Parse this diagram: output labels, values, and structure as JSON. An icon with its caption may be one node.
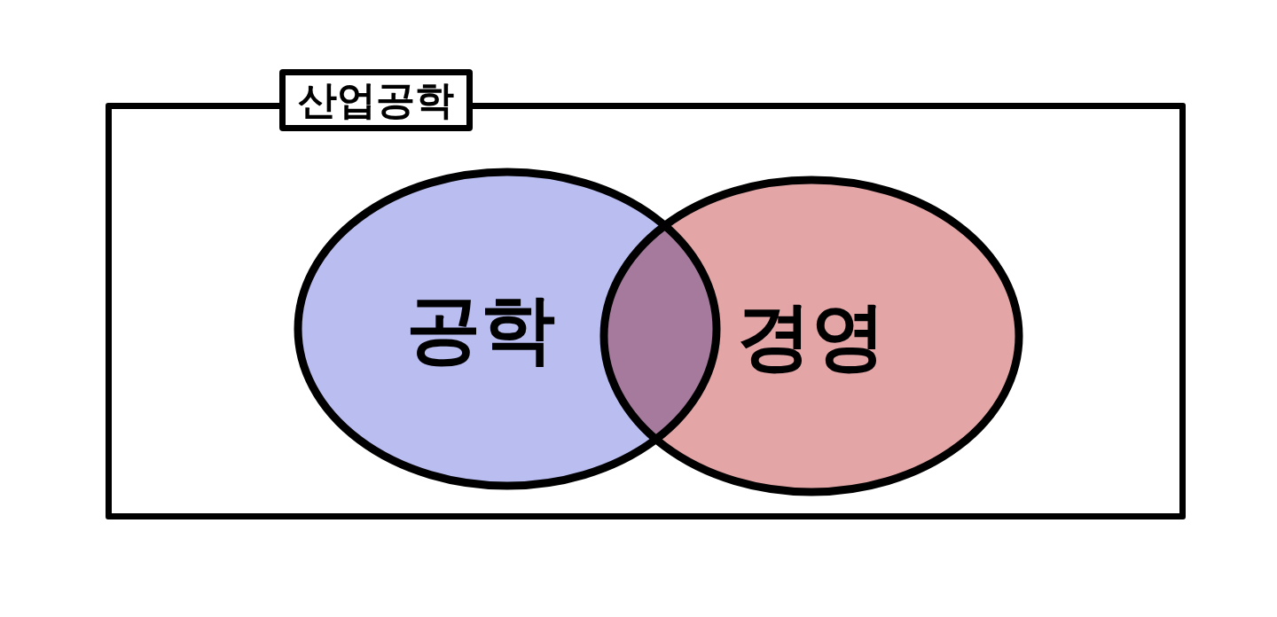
{
  "diagram": {
    "nodes": [
      {
        "text": [
          "산업공학"
        ]
      },
      {
        "text": [
          "공학"
        ],
        "in": 0
      },
      {
        "text": [
          "경영"
        ],
        "in": 0
      }
    ]
  }
}
